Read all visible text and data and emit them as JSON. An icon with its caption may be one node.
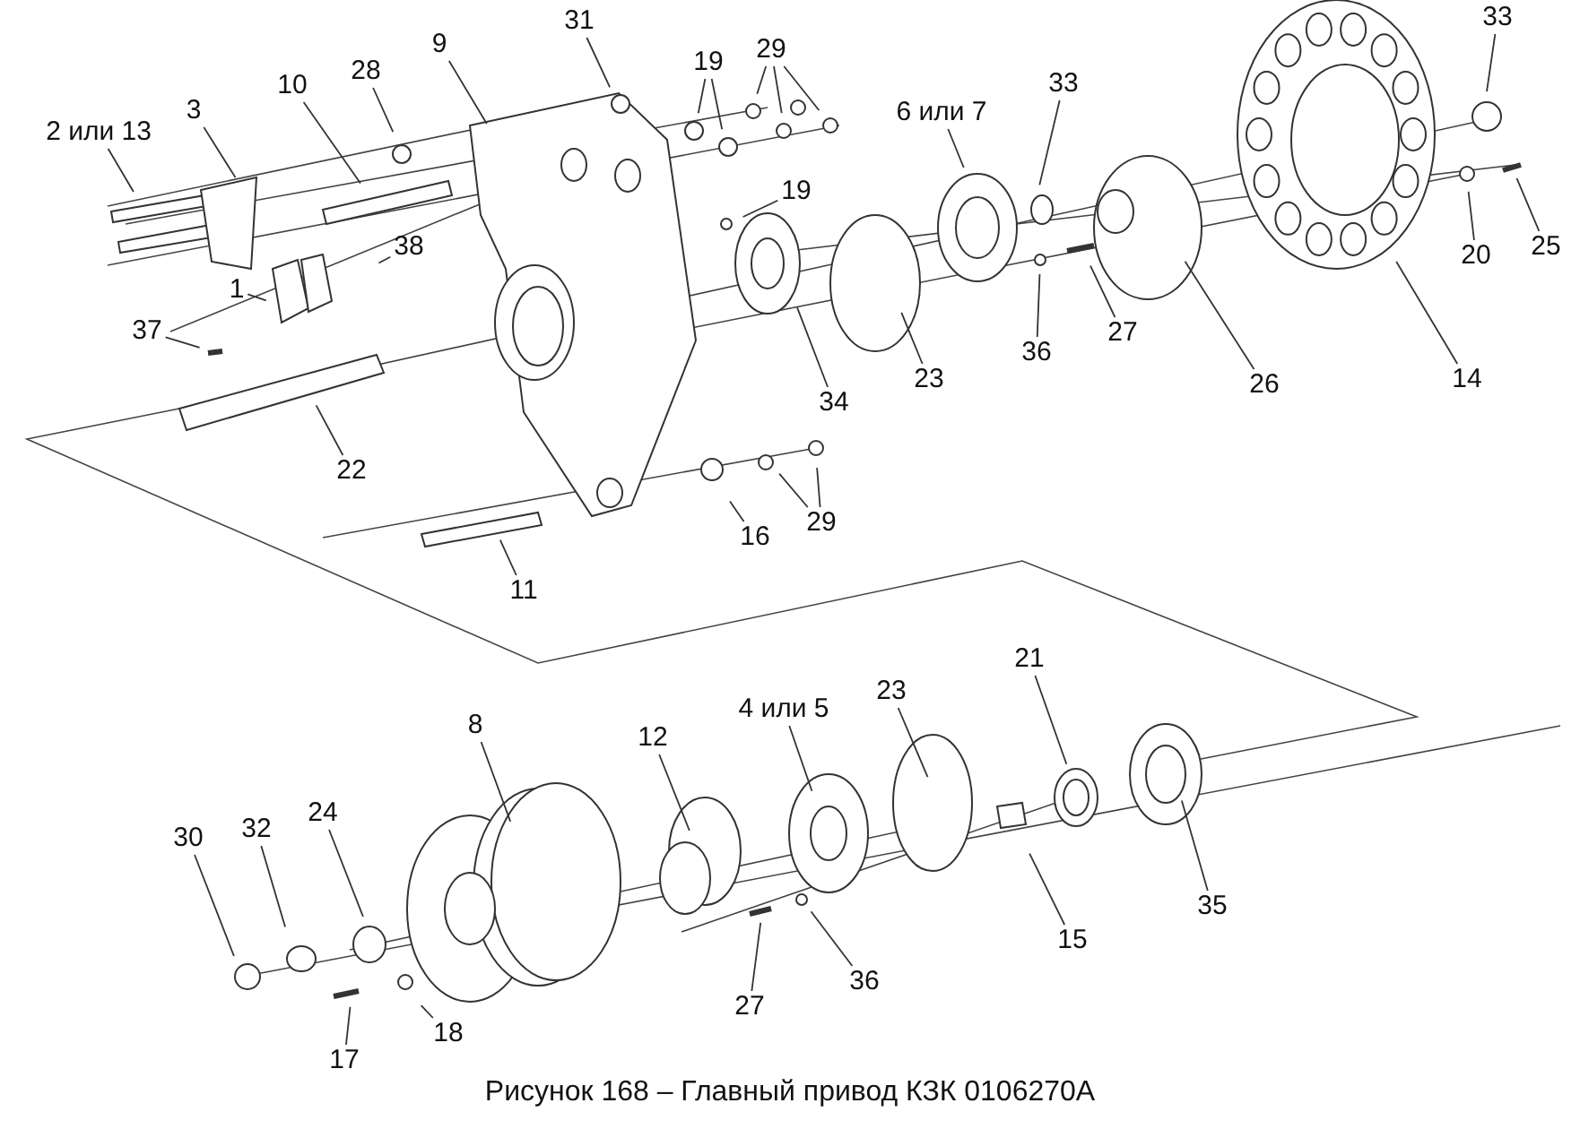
{
  "diagram": {
    "caption": "Рисунок 168 – Главный привод КЗК 0106270А",
    "nodes": [
      {
        "text": [
          "2 или 13"
        ]
      },
      {
        "text": [
          "3"
        ]
      },
      {
        "text": [
          "10"
        ]
      },
      {
        "text": [
          "28"
        ]
      },
      {
        "text": [
          "9"
        ]
      },
      {
        "text": [
          "31"
        ]
      },
      {
        "text": [
          "19"
        ]
      },
      {
        "text": [
          "29"
        ]
      },
      {
        "text": [
          "6 или 7"
        ]
      },
      {
        "text": [
          "33"
        ]
      },
      {
        "text": [
          "33"
        ]
      },
      {
        "text": [
          "19"
        ]
      },
      {
        "text": [
          "38"
        ]
      },
      {
        "text": [
          "1"
        ]
      },
      {
        "text": [
          "37"
        ]
      },
      {
        "text": [
          "22"
        ]
      },
      {
        "text": [
          "34"
        ]
      },
      {
        "text": [
          "23"
        ]
      },
      {
        "text": [
          "36"
        ]
      },
      {
        "text": [
          "27"
        ]
      },
      {
        "text": [
          "26"
        ]
      },
      {
        "text": [
          "14"
        ]
      },
      {
        "text": [
          "20"
        ]
      },
      {
        "text": [
          "25"
        ]
      },
      {
        "text": [
          "16"
        ]
      },
      {
        "text": [
          "29"
        ]
      },
      {
        "text": [
          "11"
        ]
      },
      {
        "text": [
          "8"
        ]
      },
      {
        "text": [
          "12"
        ]
      },
      {
        "text": [
          "4 или 5"
        ]
      },
      {
        "text": [
          "23"
        ]
      },
      {
        "text": [
          "21"
        ]
      },
      {
        "text": [
          "35"
        ]
      },
      {
        "text": [
          "15"
        ]
      },
      {
        "text": [
          "36"
        ]
      },
      {
        "text": [
          "27"
        ]
      },
      {
        "text": [
          "18"
        ]
      },
      {
        "text": [
          "17"
        ]
      },
      {
        "text": [
          "30"
        ]
      },
      {
        "text": [
          "32"
        ]
      },
      {
        "text": [
          "24"
        ]
      }
    ],
    "edges": [
      {
        "from": 0,
        "to": null,
        "arrow": "none"
      },
      {
        "from": 1,
        "to": null,
        "arrow": "none"
      },
      {
        "from": 2,
        "to": null,
        "arrow": "none"
      },
      {
        "from": 3,
        "to": null,
        "arrow": "none"
      },
      {
        "from": 4,
        "to": null,
        "arrow": "none"
      },
      {
        "from": 5,
        "to": null,
        "arrow": "none"
      },
      {
        "from": 6,
        "to": null,
        "arrow": "none"
      },
      {
        "from": 6,
        "to": null,
        "arrow": "none"
      },
      {
        "from": 7,
        "to": null,
        "arrow": "none"
      },
      {
        "from": 7,
        "to": null,
        "arrow": "none"
      },
      {
        "from": 7,
        "to": null,
        "arrow": "none"
      },
      {
        "from": 8,
        "to": null,
        "arrow": "none"
      },
      {
        "from": 9,
        "to": null,
        "arrow": "none"
      },
      {
        "from": 10,
        "to": null,
        "arrow": "none"
      },
      {
        "from": 11,
        "to": null,
        "arrow": "none"
      },
      {
        "from": 12,
        "to": null,
        "arrow": "none"
      },
      {
        "from": 13,
        "to": null,
        "arrow": "none"
      },
      {
        "from": 14,
        "to": null,
        "arrow": "none"
      },
      {
        "from": 15,
        "to": null,
        "arrow": "none"
      },
      {
        "from": 16,
        "to": null,
        "arrow": "none"
      },
      {
        "from": 17,
        "to": null,
        "arrow": "none"
      },
      {
        "from": 18,
        "to": null,
        "arrow": "none"
      },
      {
        "from": 19,
        "to": null,
        "arrow": "none"
      },
      {
        "from": 20,
        "to": null,
        "arrow": "none"
      },
      {
        "from": 21,
        "to": null,
        "arrow": "none"
      },
      {
        "from": 22,
        "to": null,
        "arrow": "none"
      },
      {
        "from": 23,
        "to": null,
        "arrow": "none"
      },
      {
        "from": 24,
        "to": null,
        "arrow": "none"
      },
      {
        "from": 25,
        "to": null,
        "arrow": "none"
      },
      {
        "from": 25,
        "to": null,
        "arrow": "none"
      },
      {
        "from": 26,
        "to": null,
        "arrow": "none"
      },
      {
        "from": 27,
        "to": null,
        "arrow": "none"
      },
      {
        "from": 28,
        "to": null,
        "arrow": "none"
      },
      {
        "from": 29,
        "to": null,
        "arrow": "none"
      },
      {
        "from": 30,
        "to": null,
        "arrow": "none"
      },
      {
        "from": 31,
        "to": null,
        "arrow": "none"
      },
      {
        "from": 32,
        "to": null,
        "arrow": "none"
      },
      {
        "from": 33,
        "to": null,
        "arrow": "none"
      },
      {
        "from": 34,
        "to": null,
        "arrow": "none"
      },
      {
        "from": 35,
        "to": null,
        "arrow": "none"
      },
      {
        "from": 36,
        "to": null,
        "arrow": "none"
      },
      {
        "from": 37,
        "to": null,
        "arrow": "none"
      },
      {
        "from": 38,
        "to": null,
        "arrow": "none"
      },
      {
        "from": 39,
        "to": null,
        "arrow": "none"
      },
      {
        "from": 40,
        "to": null,
        "arrow": "none"
      }
    ]
  }
}
